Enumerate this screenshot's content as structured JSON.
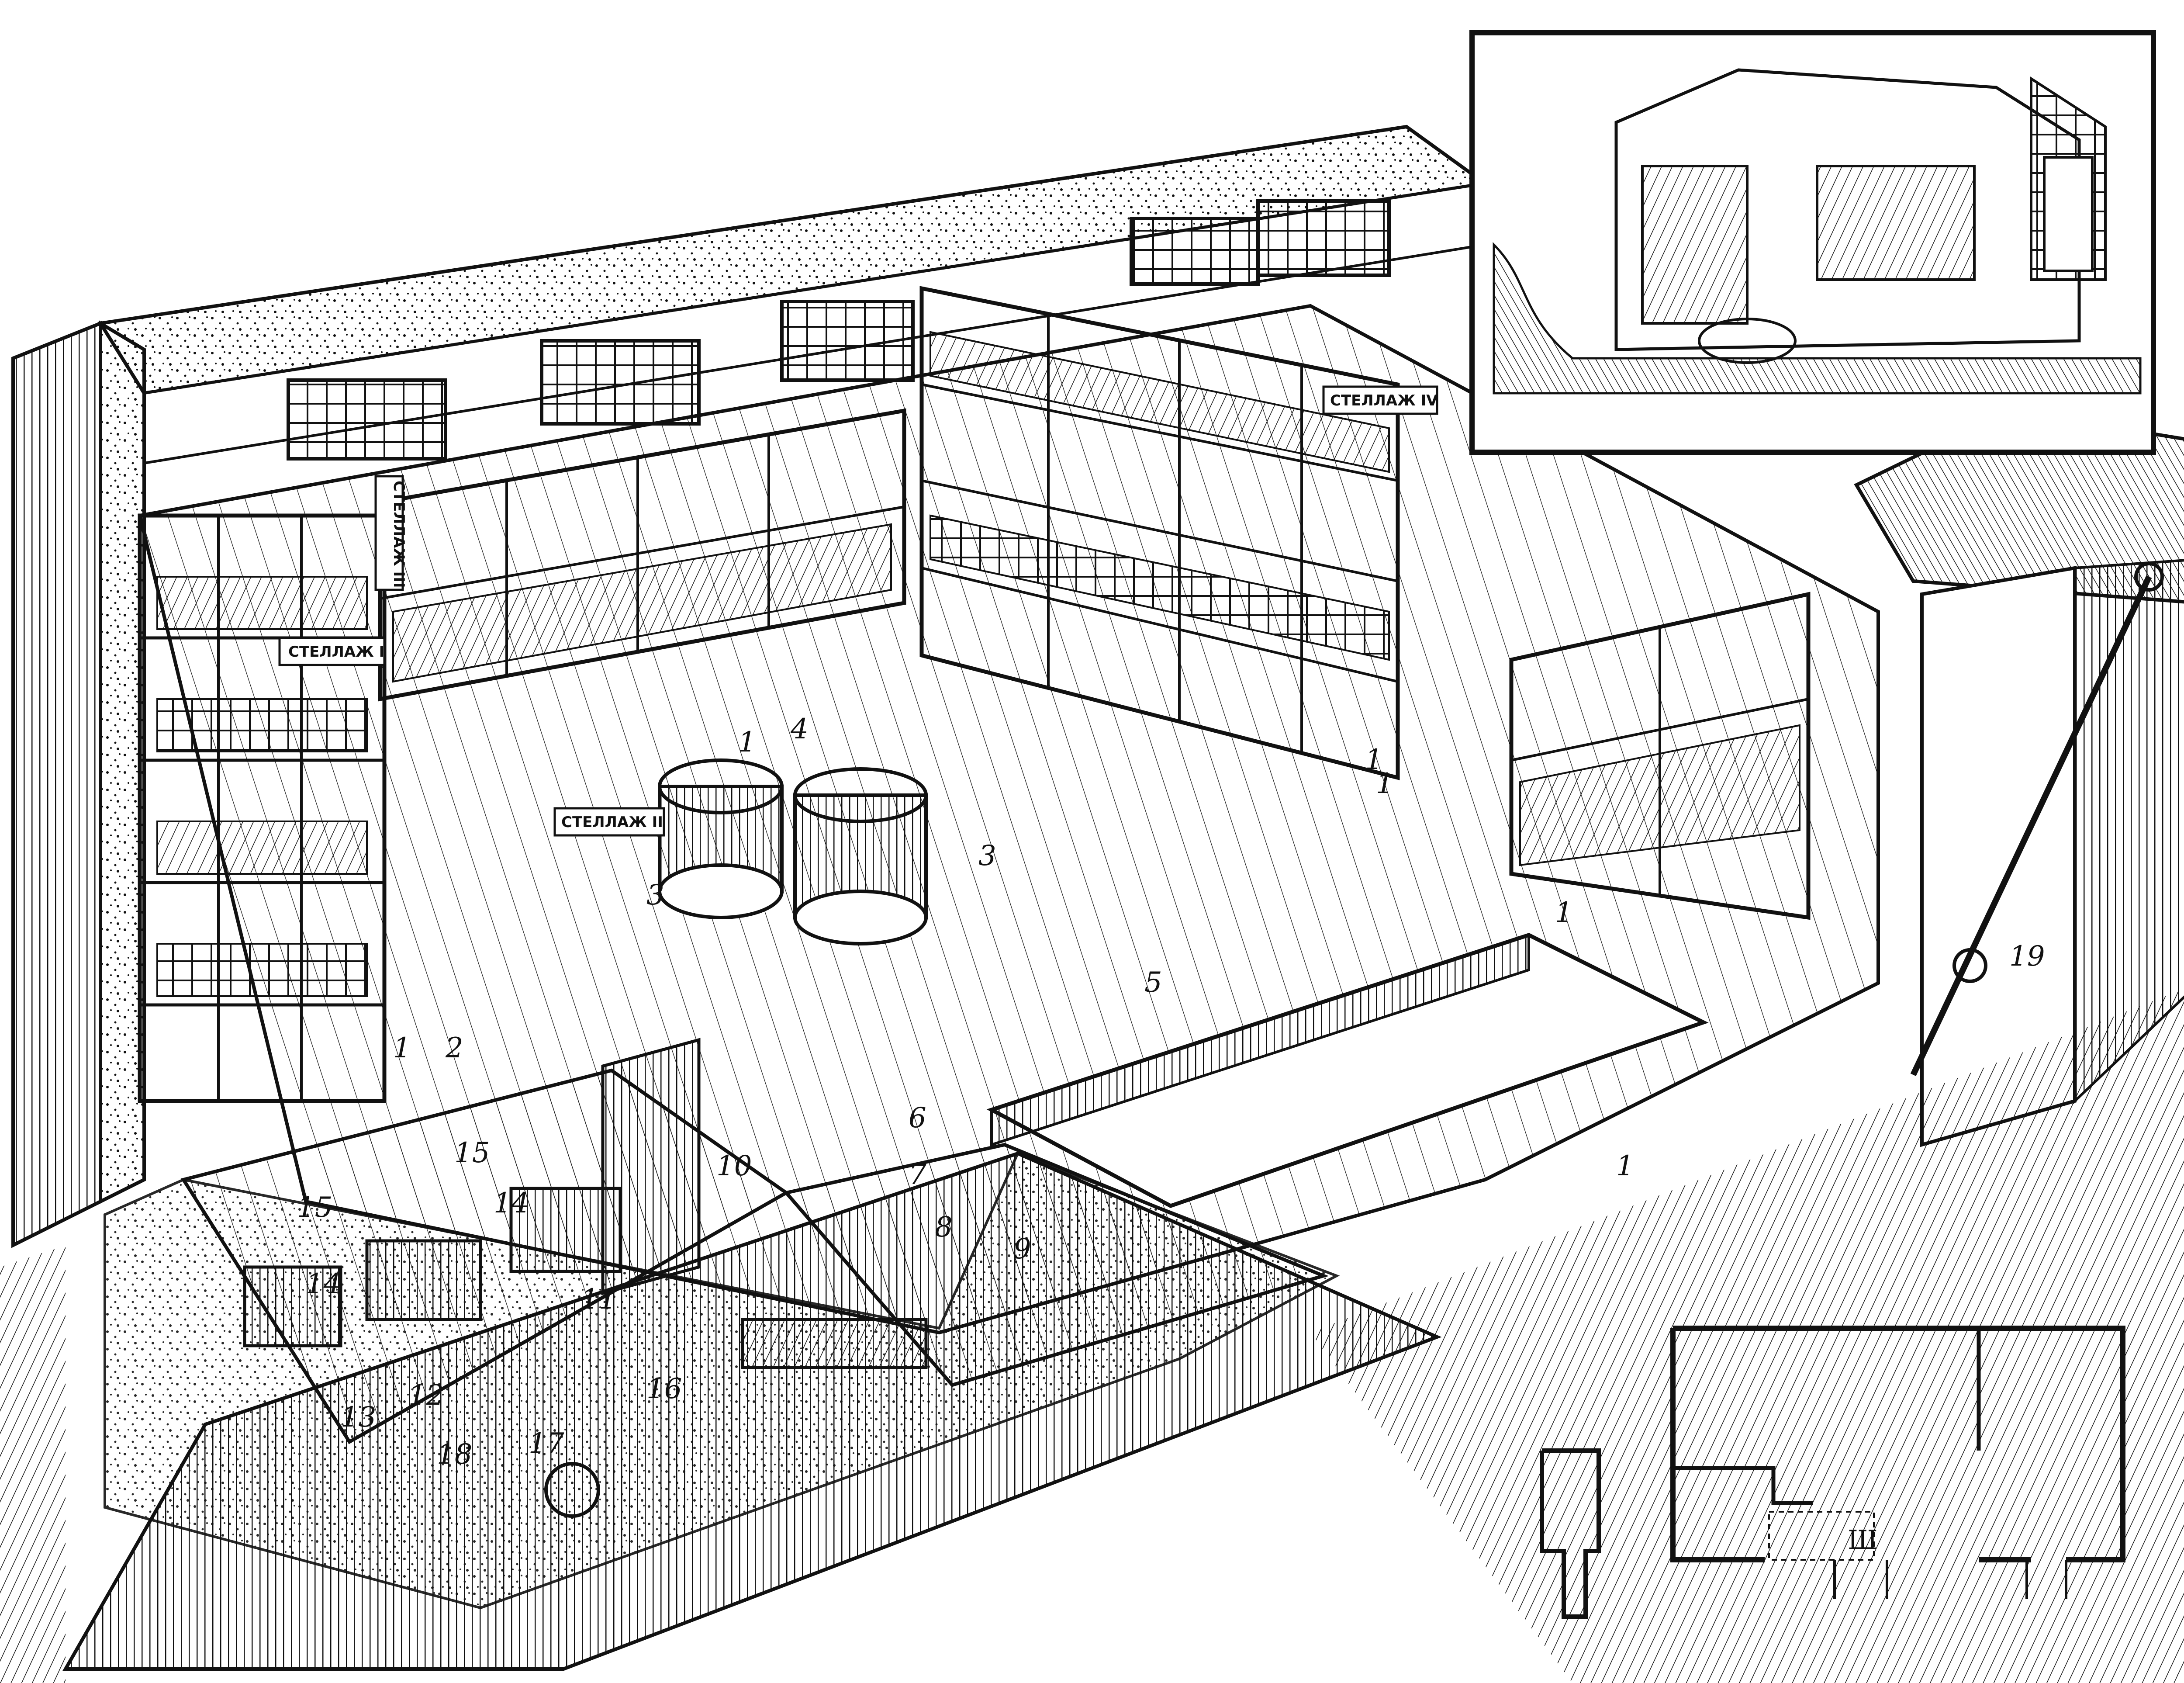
{
  "shelf_signs": [
    "СТЕЛЛАЖ I",
    "СТЕЛЛАЖ II",
    "СТЕЛЛАЖ III",
    "СТЕЛЛАЖ IV"
  ],
  "callouts": [
    "1",
    "1",
    "1",
    "1",
    "1",
    "1",
    "2",
    "3",
    "3",
    "4",
    "5",
    "6",
    "7",
    "8",
    "9",
    "10",
    "11",
    "12",
    "13",
    "14",
    "14",
    "15",
    "15",
    "16",
    "17",
    "18",
    "19"
  ],
  "plan_symbols": [
    "Ш"
  ],
  "inset_visible": true
}
